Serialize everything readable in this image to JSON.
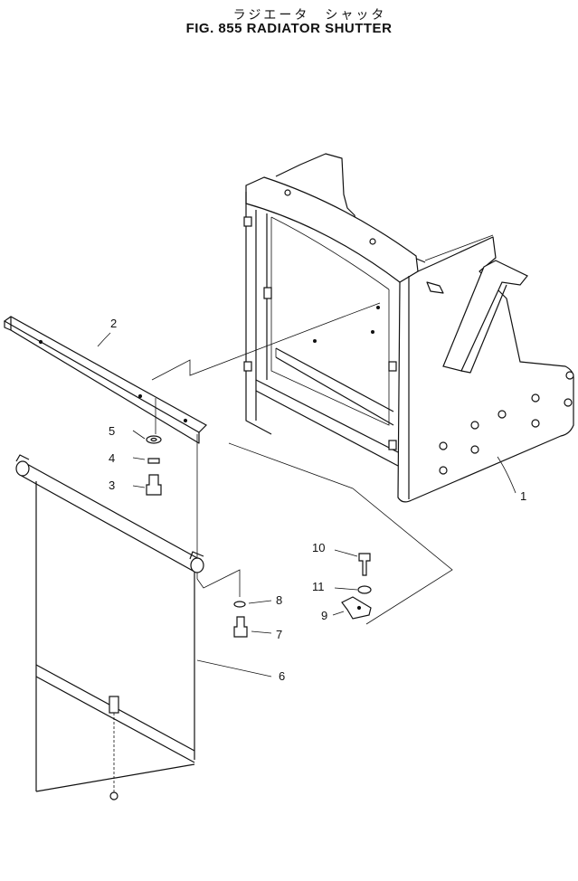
{
  "title": {
    "japanese": "ラジエータ　シャッタ",
    "english": "FIG. 855   RADIATOR  SHUTTER"
  },
  "callouts": [
    "1",
    "2",
    "3",
    "4",
    "5",
    "6",
    "7",
    "8",
    "9",
    "10",
    "11"
  ]
}
